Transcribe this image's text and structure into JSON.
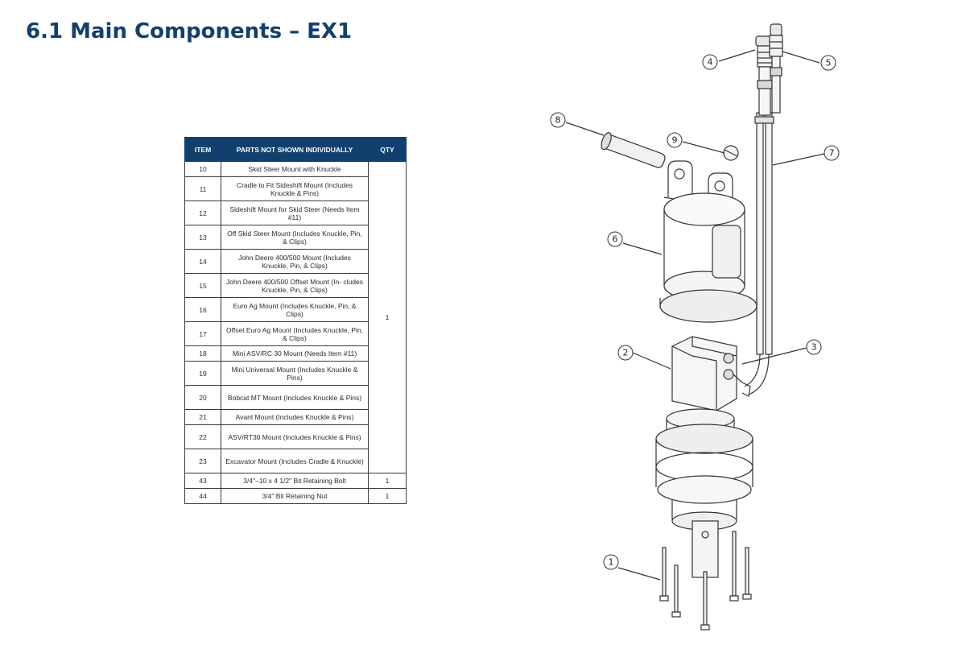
{
  "page": {
    "title": "6.1 Main Components – EX1"
  },
  "table": {
    "headers": {
      "item": "ITEM",
      "desc": "PARTS NOT SHOWN INDIVIDUALLY",
      "qty": "QTY"
    },
    "group_qty": "1",
    "rows": [
      {
        "item": "10",
        "desc": "Skid Steer Mount with Knuckle"
      },
      {
        "item": "11",
        "desc": "Cradle to Fit Sideshift Mount (Includes Knuckle & Pins)"
      },
      {
        "item": "12",
        "desc": "Sideshift Mount for Skid Steer (Needs Item #11)"
      },
      {
        "item": "13",
        "desc": "Off Skid Steer Mount (Includes Knuckle, Pin, & Clips)"
      },
      {
        "item": "14",
        "desc": "John Deere 400/500 Mount (Includes Knuckle, Pin, & Clips)"
      },
      {
        "item": "15",
        "desc": "John Deere 400/500 Offset Mount (In- cludes Knuckle, Pin, & Clips)"
      },
      {
        "item": "16",
        "desc": "Euro Ag Mount (Includes Knuckle, Pin, & Clips)"
      },
      {
        "item": "17",
        "desc": "Offset Euro Ag Mount (Includes Knuckle, Pin, & Clips)"
      },
      {
        "item": "18",
        "desc": "Mini ASV/RC 30 Mount (Needs Item #11)"
      },
      {
        "item": "19",
        "desc": "Mini Universal Mount (Includes Knuckle & Pins)"
      },
      {
        "item": "20",
        "desc": "Bobcat MT Mount (Includes Knuckle & Pins)"
      },
      {
        "item": "21",
        "desc": "Avant Mount (Includes Knuckle & Pins)"
      },
      {
        "item": "22",
        "desc": "ASV/RT30 Mount (Includes Knuckle & Pins)"
      },
      {
        "item": "23",
        "desc": "Excavator Mount (Includes Cradle & Knuckle)"
      }
    ],
    "extra_rows": [
      {
        "item": "43",
        "desc": "3/4\"–10 x 4 1/2\" Bit Retaining Bolt",
        "qty": "1"
      },
      {
        "item": "44",
        "desc": "3/4\" Bit Retaining Nut",
        "qty": "1"
      }
    ]
  },
  "diagram": {
    "callouts": [
      "1",
      "2",
      "3",
      "4",
      "5",
      "6",
      "7",
      "8",
      "9"
    ]
  }
}
